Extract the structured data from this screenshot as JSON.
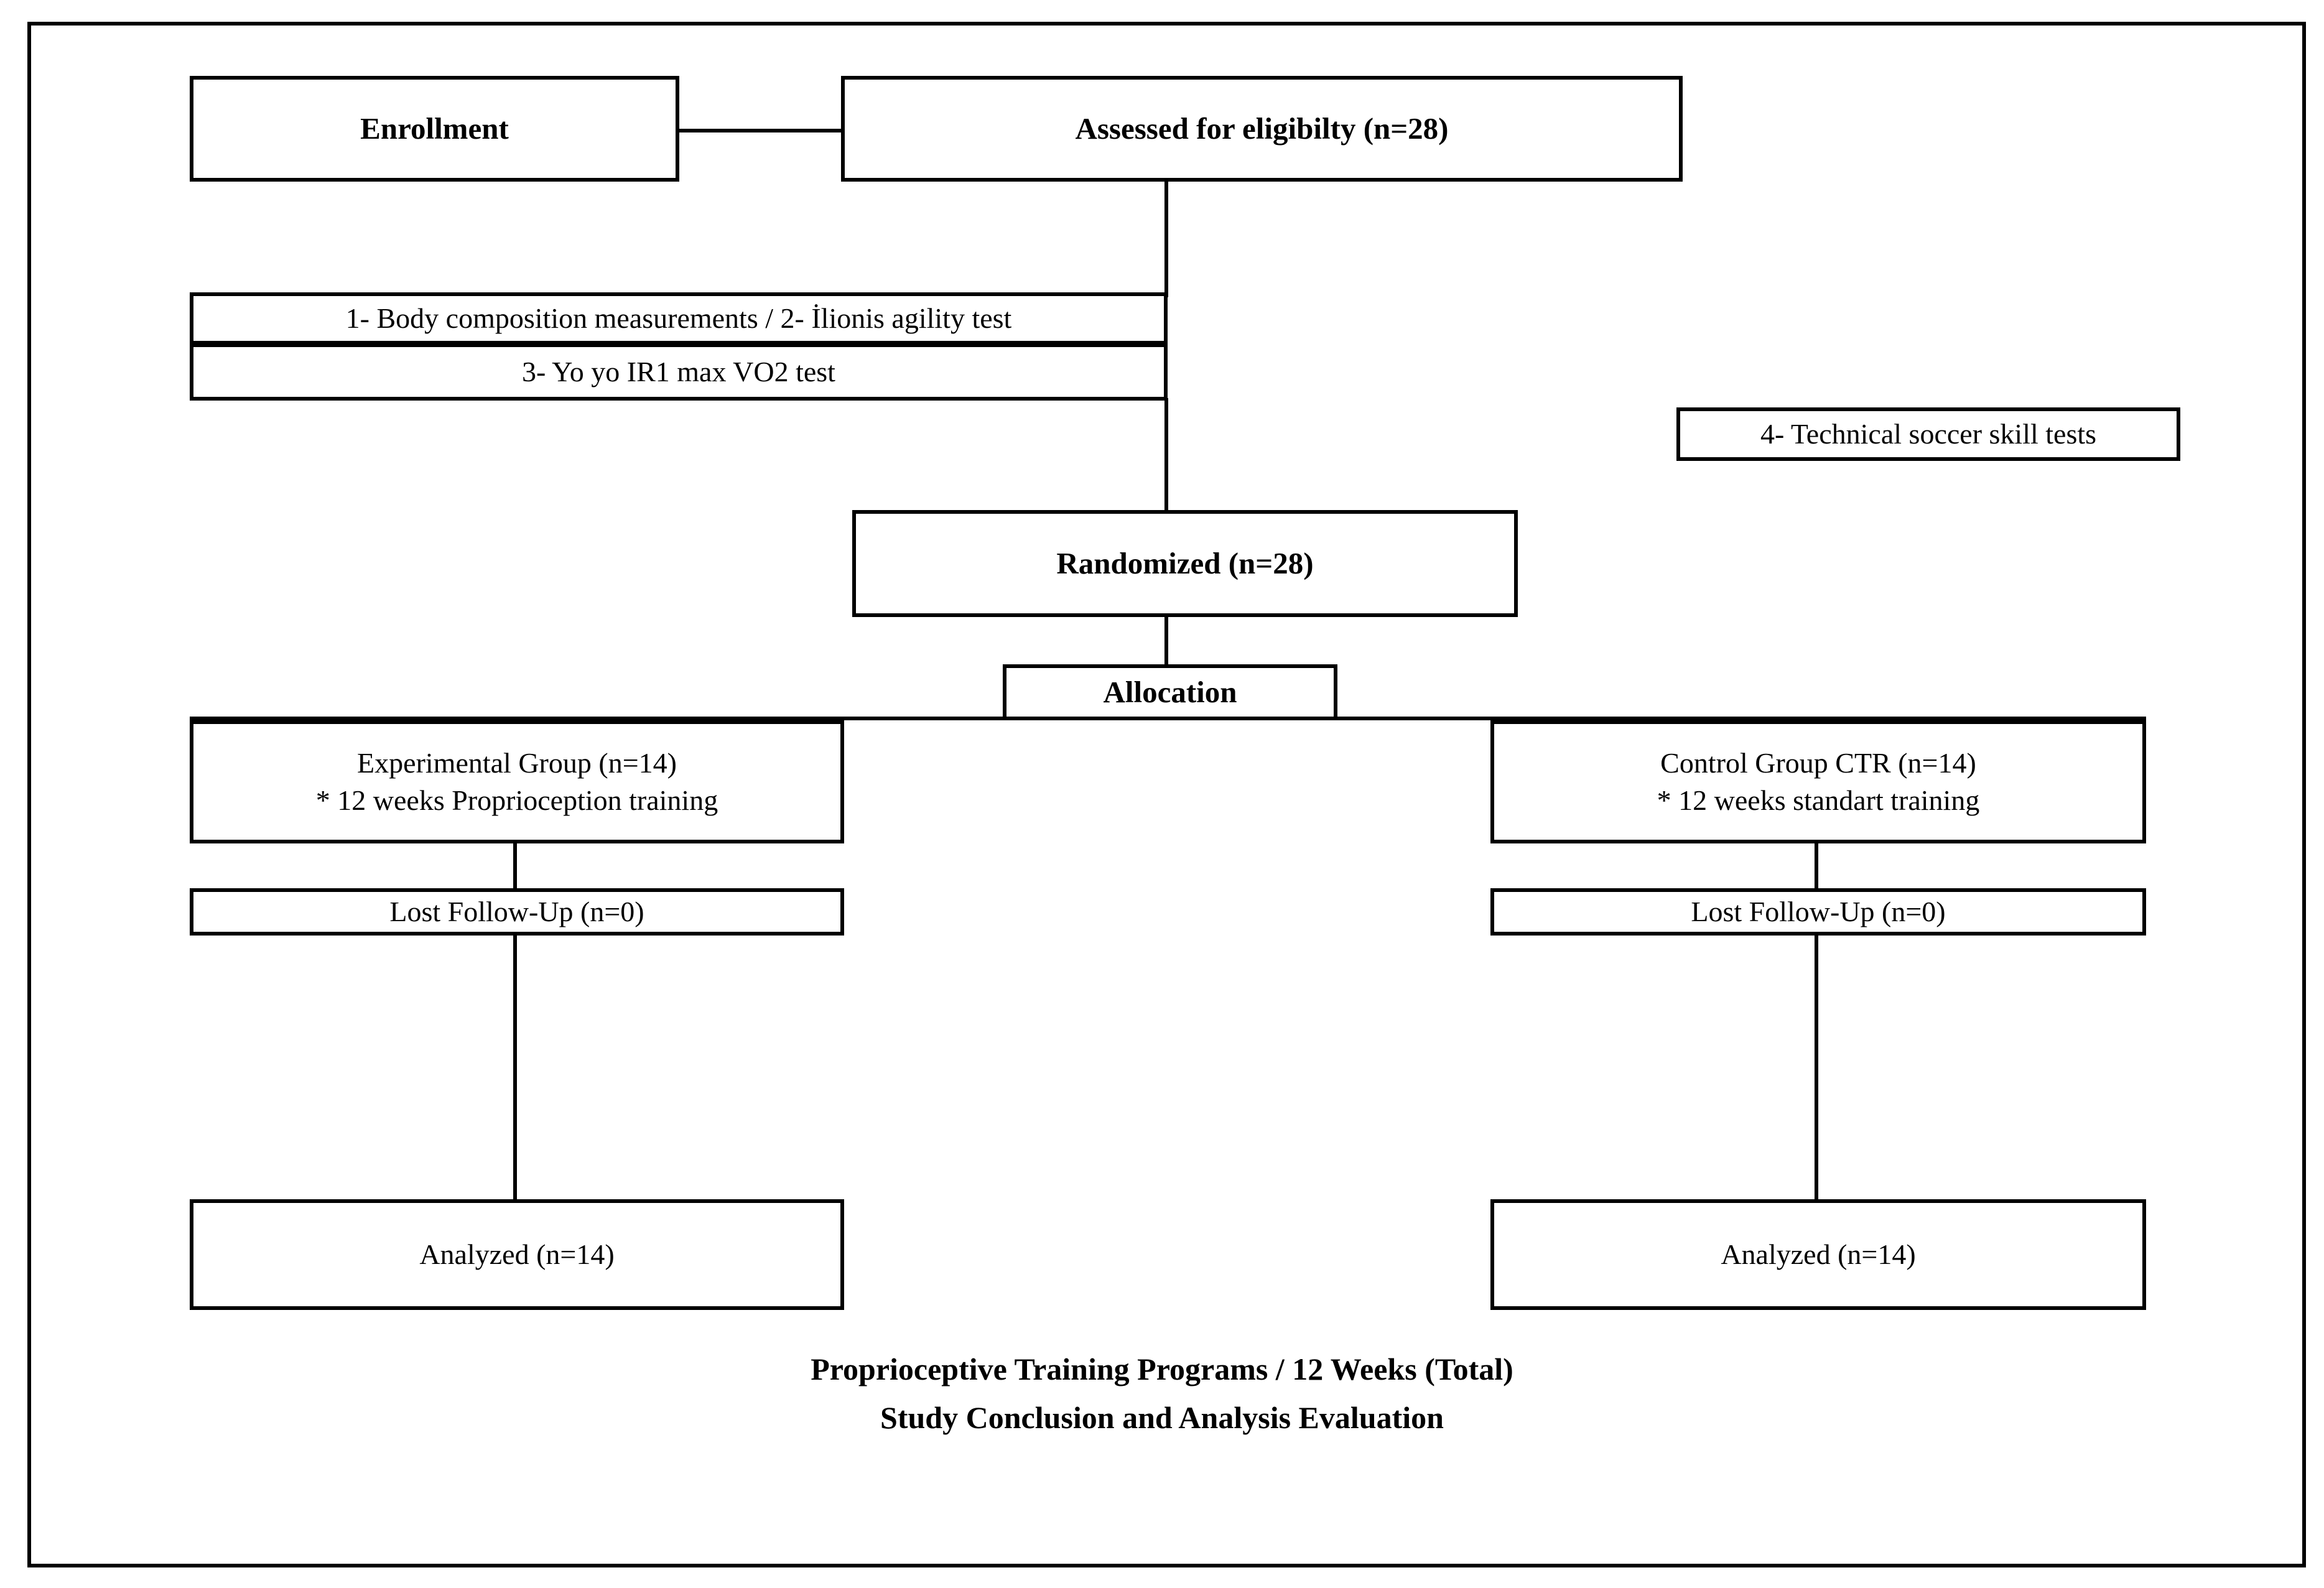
{
  "diagram": {
    "title": "CONSORT-style participant flow diagram",
    "nodes": {
      "enrollment": {
        "label": "Enrollment"
      },
      "assessed": {
        "label": "Assessed for eligibilty (n=28)"
      },
      "measure_1": {
        "label": "1- Body composition measurements / 2- İlionis agility test"
      },
      "measure_2": {
        "label": "3- Yo yo IR1 max VO2 test"
      },
      "technical": {
        "label": "4- Technical soccer skill tests"
      },
      "randomized": {
        "label": "Randomized (n=28)"
      },
      "allocation": {
        "label": "Allocation"
      },
      "experimental": {
        "line_1": "Experimental Group (n=14)",
        "line_2": "* 12 weeks Proprioception training"
      },
      "control": {
        "line_1": "Control Group CTR (n=14)",
        "line_2": "* 12 weeks standart training"
      },
      "lost_left": {
        "label": "Lost Follow-Up (n=0)"
      },
      "lost_right": {
        "label": "Lost Follow-Up (n=0)"
      },
      "analyzed_left": {
        "label": "Analyzed (n=14)"
      },
      "analyzed_right": {
        "label": "Analyzed (n=14)"
      }
    },
    "caption": {
      "line_1": "Proprioceptive Training Programs / 12 Weeks (Total)",
      "line_2": "Study Conclusion and Analysis Evaluation"
    },
    "colors": {
      "line": "#000000",
      "text": "#000000",
      "background": "#ffffff"
    }
  }
}
